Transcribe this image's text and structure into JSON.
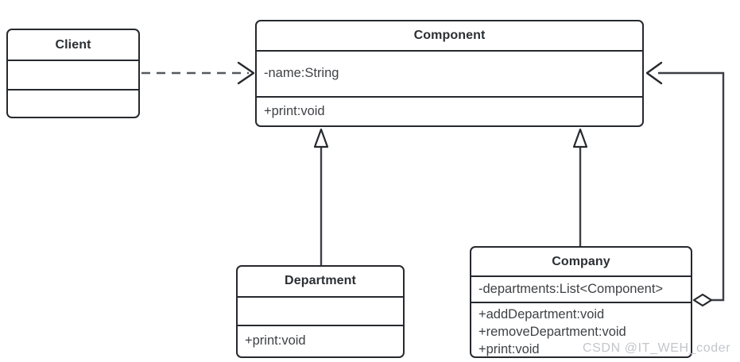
{
  "diagram": {
    "kind": "uml-class-diagram",
    "pattern": "Composite",
    "stroke_color": "#26292e",
    "text_color": "#3f4145",
    "title_color": "#2b2f33",
    "background": "#ffffff"
  },
  "classes": {
    "client": {
      "name": "Client",
      "attributes": [],
      "operations": []
    },
    "component": {
      "name": "Component",
      "attributes": [
        "-name:String"
      ],
      "operations": [
        "+print:void"
      ]
    },
    "department": {
      "name": "Department",
      "attributes": [],
      "operations": [
        "+print:void"
      ]
    },
    "company": {
      "name": "Company",
      "attributes": [
        "-departments:List<Component>"
      ],
      "operations": [
        "+addDepartment:void",
        "+removeDepartment:void",
        "+print:void"
      ]
    }
  },
  "relations": [
    {
      "id": "client-depends-component",
      "type": "dependency",
      "style": "dashed",
      "arrow": "open",
      "from": "Client",
      "to": "Component"
    },
    {
      "id": "department-extends-component",
      "type": "generalization",
      "style": "solid",
      "arrow": "hollow-triangle",
      "from": "Department",
      "to": "Component"
    },
    {
      "id": "company-extends-component",
      "type": "generalization",
      "style": "solid",
      "arrow": "hollow-triangle",
      "from": "Company",
      "to": "Component"
    },
    {
      "id": "company-aggregates-component",
      "type": "aggregation",
      "style": "solid",
      "arrow": "hollow-diamond-and-open-arrow",
      "from": "Company",
      "to": "Component"
    }
  ],
  "watermark": {
    "text": "CSDN @IT_WEH_coder"
  }
}
